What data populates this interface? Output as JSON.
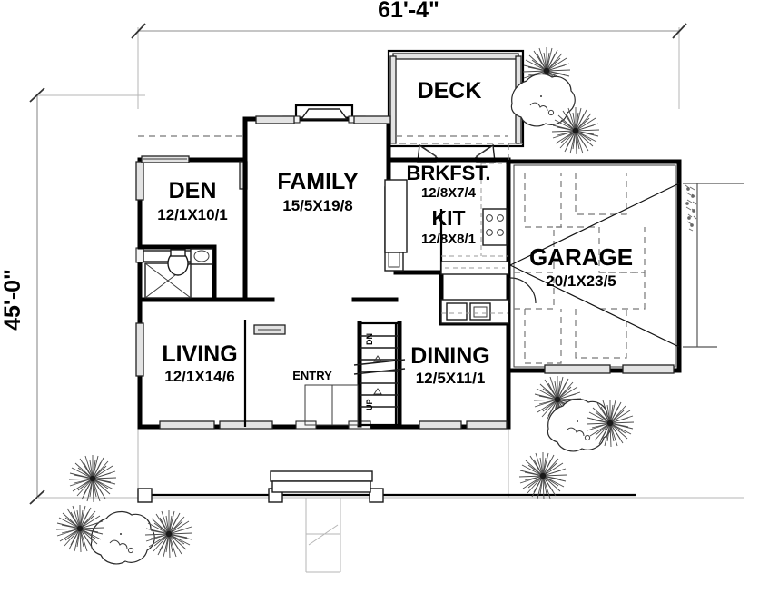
{
  "plan": {
    "title_visible": false,
    "overall_dimensions": {
      "width_label": "61'-4\"",
      "height_label": "45'-0\""
    },
    "rooms": [
      {
        "key": "deck",
        "name": "DECK",
        "dim": ""
      },
      {
        "key": "den",
        "name": "DEN",
        "dim": "12/1X10/1"
      },
      {
        "key": "family",
        "name": "FAMILY",
        "dim": "15/5X19/8"
      },
      {
        "key": "brkfst",
        "name": "BRKFST.",
        "dim": "12/8X7/4"
      },
      {
        "key": "kit",
        "name": "KIT",
        "dim": "12/8X8/1"
      },
      {
        "key": "garage",
        "name": "GARAGE",
        "dim": "20/1X23/5"
      },
      {
        "key": "living",
        "name": "LIVING",
        "dim": "12/1X14/6"
      },
      {
        "key": "dining",
        "name": "DINING",
        "dim": "12/5X11/1"
      },
      {
        "key": "entry",
        "name": "ENTRY",
        "dim": ""
      }
    ],
    "stairs": {
      "down_label": "DN",
      "up_label": "UP"
    },
    "colors": {
      "wall": "#000000",
      "window_fill": "#e3e3e3",
      "dimension_line": "#8c8c8c",
      "dashed": "#777777",
      "background": "#ffffff"
    }
  }
}
